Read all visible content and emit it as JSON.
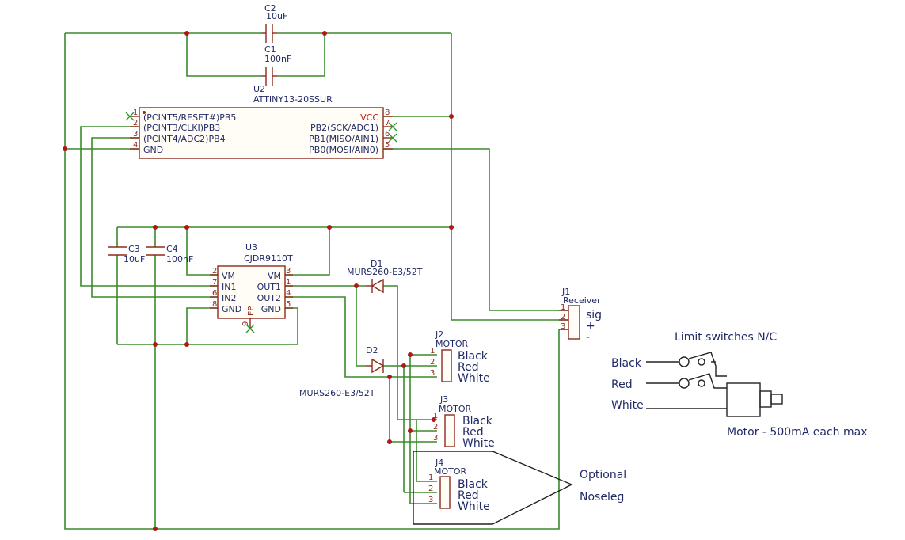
{
  "capacitors": {
    "c2": {
      "ref": "C2",
      "value": "10uF"
    },
    "c1": {
      "ref": "C1",
      "value": "100nF"
    },
    "c3": {
      "ref": "C3",
      "value": "10uF"
    },
    "c4": {
      "ref": "C4",
      "value": "100nF"
    }
  },
  "u2": {
    "ref": "U2",
    "part": "ATTINY13-20SSUR",
    "left_pins": [
      {
        "num": "1",
        "name": "(PCINT5/RESET#)PB5"
      },
      {
        "num": "2",
        "name": "(PCINT3/CLKI)PB3"
      },
      {
        "num": "3",
        "name": "(PCINT4/ADC2)PB4"
      },
      {
        "num": "4",
        "name": "GND"
      }
    ],
    "right_pins": [
      {
        "num": "8",
        "name": "VCC"
      },
      {
        "num": "7",
        "name": "PB2(SCK/ADC1)"
      },
      {
        "num": "6",
        "name": "PB1(MISO/AIN1)"
      },
      {
        "num": "5",
        "name": "PB0(MOSI/AIN0)"
      }
    ]
  },
  "u3": {
    "ref": "U3",
    "part": "CJDR9110T",
    "left_pins": [
      {
        "num": "2",
        "name": "VM"
      },
      {
        "num": "7",
        "name": "IN1"
      },
      {
        "num": "6",
        "name": "IN2"
      },
      {
        "num": "8",
        "name": "GND"
      }
    ],
    "right_pins": [
      {
        "num": "3",
        "name": "VM"
      },
      {
        "num": "1",
        "name": "OUT1"
      },
      {
        "num": "4",
        "name": "OUT2"
      },
      {
        "num": "5",
        "name": "GND"
      }
    ],
    "ep_label": "EP",
    "ep_num": "9"
  },
  "diodes": {
    "d1": {
      "ref": "D1",
      "part": "MURS260-E3/52T"
    },
    "d2": {
      "ref": "D2",
      "part": "MURS260-E3/52T"
    }
  },
  "j1": {
    "ref": "J1",
    "name": "Receiver",
    "pin_nums": [
      "1",
      "2",
      "3"
    ],
    "pin_labels": [
      "sig",
      "+",
      "-"
    ]
  },
  "motors": [
    {
      "ref": "J2",
      "name": "MOTOR",
      "pin_nums": [
        "1",
        "2",
        "3"
      ],
      "wires": [
        "Black",
        "Red",
        "White"
      ]
    },
    {
      "ref": "J3",
      "name": "MOTOR",
      "pin_nums": [
        "1",
        "2",
        "3"
      ],
      "wires": [
        "Black",
        "Red",
        "White"
      ]
    },
    {
      "ref": "J4",
      "name": "MOTOR",
      "pin_nums": [
        "1",
        "2",
        "3"
      ],
      "wires": [
        "Black",
        "Red",
        "White"
      ]
    }
  ],
  "optional_note": {
    "line1": "Optional",
    "line2": "Noseleg"
  },
  "limit_switch_diagram": {
    "title": "Limit switches N/C",
    "wires": [
      "Black",
      "Red",
      "White"
    ],
    "caption": "Motor - 500mA each max"
  },
  "colors": {
    "wire": "#3a8a2a",
    "symbol": "#8b2b1c",
    "text": "#222a66",
    "junction": "#b01818",
    "vcc_label": "#c02020"
  }
}
